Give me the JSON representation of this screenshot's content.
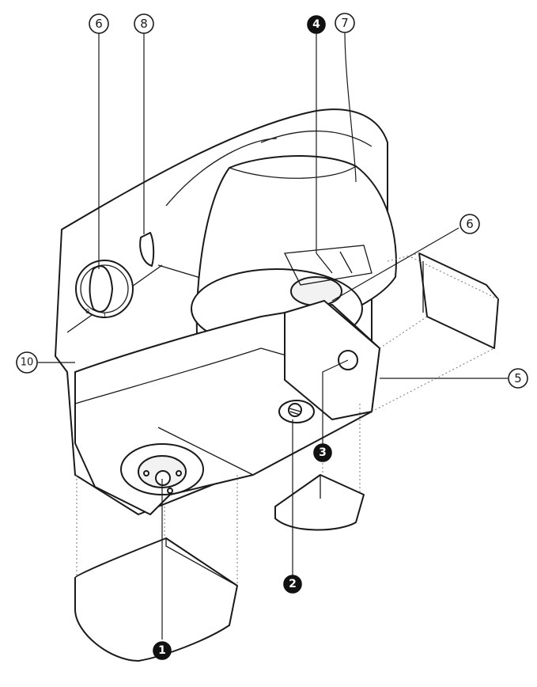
{
  "callouts": [
    {
      "id": "c1",
      "label": "1",
      "style": "solid"
    },
    {
      "id": "c2",
      "label": "2",
      "style": "solid"
    },
    {
      "id": "c3",
      "label": "3",
      "style": "solid"
    },
    {
      "id": "c4",
      "label": "4",
      "style": "solid"
    },
    {
      "id": "c5",
      "label": "5",
      "style": "open"
    },
    {
      "id": "c6a",
      "label": "6",
      "style": "open"
    },
    {
      "id": "c6b",
      "label": "6",
      "style": "open"
    },
    {
      "id": "c7",
      "label": "7",
      "style": "open"
    },
    {
      "id": "c8",
      "label": "8",
      "style": "open"
    },
    {
      "id": "c10",
      "label": "10",
      "style": "open"
    }
  ]
}
